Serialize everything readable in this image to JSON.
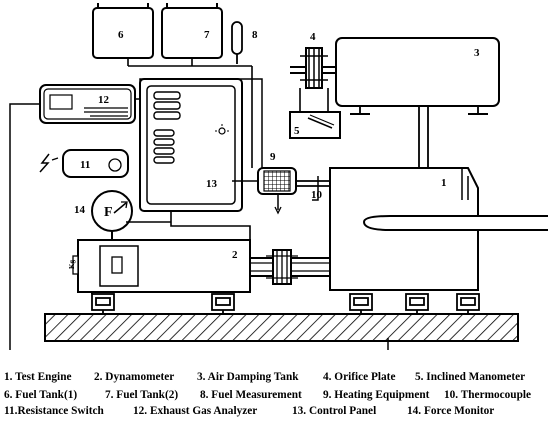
{
  "component_labels": {
    "engine": "1",
    "dynamometer": "2",
    "air_damping_tank": "3",
    "orifice_plate": "4",
    "inclined_manometer": "5",
    "fuel_tank_1": "6",
    "fuel_tank_2": "7",
    "fuel_measurement": "8",
    "heating_equipment": "9",
    "thermocouple": "10",
    "resistance_switch": "11",
    "exhaust_gas_analyzer": "12",
    "control_panel": "13",
    "force_monitor": "14",
    "force_monitor_gauge": "F"
  },
  "legend": {
    "row1": [
      "1. Test Engine",
      "2. Dynamometer",
      "3. Air Damping Tank",
      "4. Orifice Plate",
      "5. Inclined Manometer"
    ],
    "row2": [
      "6. Fuel Tank(1)",
      "7. Fuel Tank(2)",
      "8. Fuel Measurement",
      "9. Heating Equipment",
      "10. Thermocouple"
    ],
    "row3": [
      "11.Resistance Switch",
      "12. Exhaust Gas Analyzer",
      "13. Control Panel",
      "14. Force Monitor"
    ]
  }
}
